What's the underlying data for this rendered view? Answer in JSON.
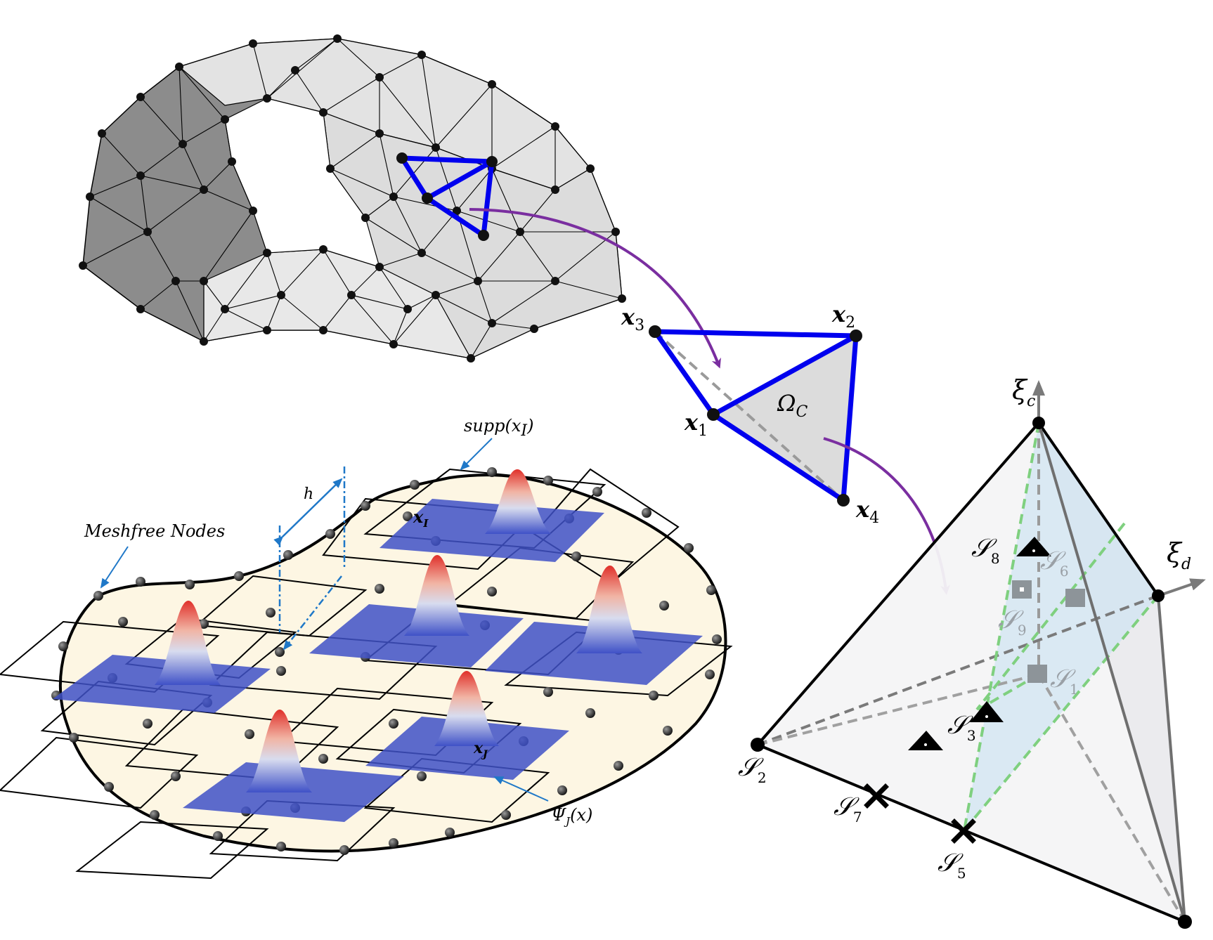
{
  "element_triangle": {
    "x1": "x",
    "x1_sub": "1",
    "x2": "x",
    "x2_sub": "2",
    "x3": "x",
    "x3_sub": "3",
    "x4": "x",
    "x4_sub": "4",
    "omega": "Ω",
    "omega_sub": "C"
  },
  "meshfree": {
    "nodes_label": "Meshfree Nodes",
    "supp_label": "supp(x",
    "supp_sub": "I",
    "supp_close": ")",
    "h_label": "h",
    "xI": "x",
    "xI_sub": "I",
    "xJ": "x",
    "xJ_sub": "J",
    "psi": "Ψ",
    "psi_sub": "J",
    "psi_arg": "(x)"
  },
  "tetrahedron": {
    "xi_c": "ξ",
    "xi_c_sub": "c",
    "xi_d": "ξ",
    "xi_d_sub": "d",
    "S": "𝒮",
    "points": [
      {
        "sub": "1"
      },
      {
        "sub": "2"
      },
      {
        "sub": "3"
      },
      {
        "sub": "5"
      },
      {
        "sub": "6"
      },
      {
        "sub": "7"
      },
      {
        "sub": "8"
      },
      {
        "sub": "9"
      }
    ]
  },
  "colors": {
    "edge_blue": "#0000ee",
    "arrow_purple": "#7a2ea0",
    "mesh_dark": "#8c8c8c",
    "mesh_light": "#e6e6e6",
    "domain_fill": "#fdf6e3",
    "patch_blue": "#3f51c7",
    "tet_face": "#f4f4f6",
    "tet_blue_face": "#cfe4f2",
    "green_dash": "#7fd07f",
    "gray_axis": "#7a7a7a"
  }
}
